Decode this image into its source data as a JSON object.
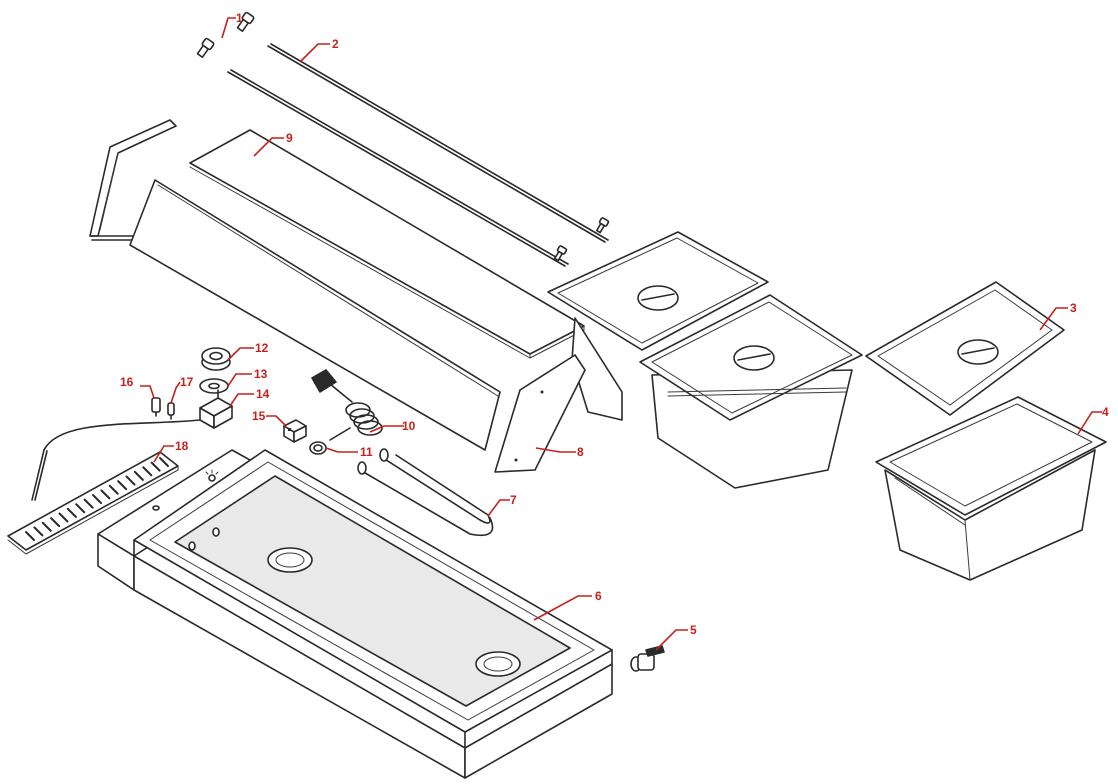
{
  "callouts": [
    {
      "id": "1",
      "label": "1"
    },
    {
      "id": "2",
      "label": "2"
    },
    {
      "id": "3",
      "label": "3"
    },
    {
      "id": "4",
      "label": "4"
    },
    {
      "id": "5",
      "label": "5"
    },
    {
      "id": "6",
      "label": "6"
    },
    {
      "id": "7",
      "label": "7"
    },
    {
      "id": "8",
      "label": "8"
    },
    {
      "id": "9",
      "label": "9"
    },
    {
      "id": "10",
      "label": "10"
    },
    {
      "id": "11",
      "label": "11"
    },
    {
      "id": "12",
      "label": "12"
    },
    {
      "id": "13",
      "label": "13"
    },
    {
      "id": "14",
      "label": "14"
    },
    {
      "id": "15",
      "label": "15"
    },
    {
      "id": "16",
      "label": "16"
    },
    {
      "id": "17",
      "label": "17"
    },
    {
      "id": "18",
      "label": "18"
    }
  ],
  "colors": {
    "line": "#2a2a2a",
    "callout": "#c8201c",
    "background": "#ffffff"
  }
}
